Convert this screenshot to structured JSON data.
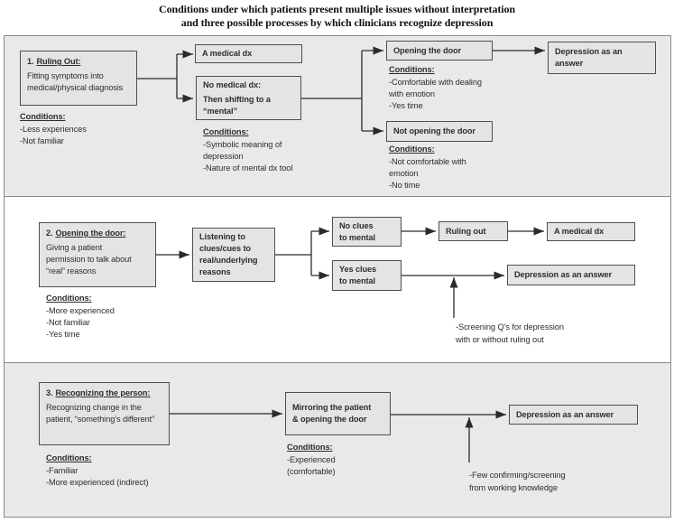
{
  "title": {
    "line1": "Conditions under which patients present multiple issues without interpretation",
    "line2": "and three possible processes by which clinicians recognize depression"
  },
  "colors": {
    "band_fill": "#e9e9e9",
    "box_fill": "#e4e4e4",
    "box_border": "#4f4f4f",
    "frame_border": "#8a8a8a",
    "arrow": "#2b2b2b",
    "text": "#2e2e2e"
  },
  "sections": {
    "ruling_out": {
      "main": {
        "num": "1.",
        "heading": "Ruling Out:",
        "body": [
          "Fitting symptoms into",
          "medical/physical diagnosis"
        ]
      },
      "conditions": {
        "header": "Conditions:",
        "lines": [
          "-Less experiences",
          "-Not familiar"
        ]
      },
      "medical_dx": {
        "lines": [
          "A medical dx"
        ]
      },
      "no_medical_dx": {
        "lines": [
          "No medical dx:",
          "Then shifting to a",
          "“mental”"
        ]
      },
      "no_medical_conditions": {
        "header": "Conditions:",
        "lines": [
          "-Symbolic meaning of",
          "depression",
          "-Nature of mental dx tool"
        ]
      },
      "opening_door": {
        "lines": [
          "Opening the door"
        ]
      },
      "opening_conditions": {
        "header": "Conditions:",
        "lines": [
          "-Comfortable with dealing",
          "with emotion",
          "-Yes time"
        ]
      },
      "not_opening_door": {
        "lines": [
          "Not opening the door"
        ]
      },
      "not_opening_conditions": {
        "header": "Conditions:",
        "lines": [
          "-Not comfortable with",
          "emotion",
          "-No time"
        ]
      },
      "depression_answer": {
        "lines": [
          "Depression as an",
          "answer"
        ]
      }
    },
    "opening_the_door": {
      "main": {
        "num": "2.",
        "heading": "Opening the door:",
        "body": [
          "Giving a patient",
          "permission to talk about",
          "“real” reasons"
        ]
      },
      "conditions": {
        "header": "Conditions:",
        "lines": [
          "-More experienced",
          "-Not familiar",
          "-Yes time"
        ]
      },
      "listening": {
        "lines": [
          "Listening to",
          "clues/cues to",
          "real/underlying",
          "reasons"
        ]
      },
      "no_clues": {
        "lines": [
          "No clues",
          "to mental"
        ]
      },
      "yes_clues": {
        "lines": [
          "Yes clues",
          "to mental"
        ]
      },
      "ruling_out": {
        "lines": [
          "Ruling out"
        ]
      },
      "medical_dx": {
        "lines": [
          "A medical dx"
        ]
      },
      "depression_answer": {
        "lines": [
          "Depression as an answer"
        ]
      },
      "screening_note": {
        "lines": [
          "-Screening Q’s for depression",
          "with or without ruling out"
        ]
      }
    },
    "recognizing_person": {
      "main": {
        "num": "3.",
        "heading": "Recognizing the person:",
        "body": [
          "Recognizing change in the",
          "patient, “something’s different”"
        ]
      },
      "conditions": {
        "header": "Conditions:",
        "lines": [
          "-Familiar",
          "-More experienced (indirect)"
        ]
      },
      "mirroring": {
        "lines": [
          "Mirroring the patient",
          "& opening the door"
        ]
      },
      "mirroring_conditions": {
        "header": "Conditions:",
        "lines": [
          "-Experienced",
          "(comfortable)"
        ]
      },
      "depression_answer": {
        "lines": [
          "Depression as an answer"
        ]
      },
      "confirming_note": {
        "lines": [
          "-Few confirming/screening",
          "from working knowledge"
        ]
      }
    }
  }
}
